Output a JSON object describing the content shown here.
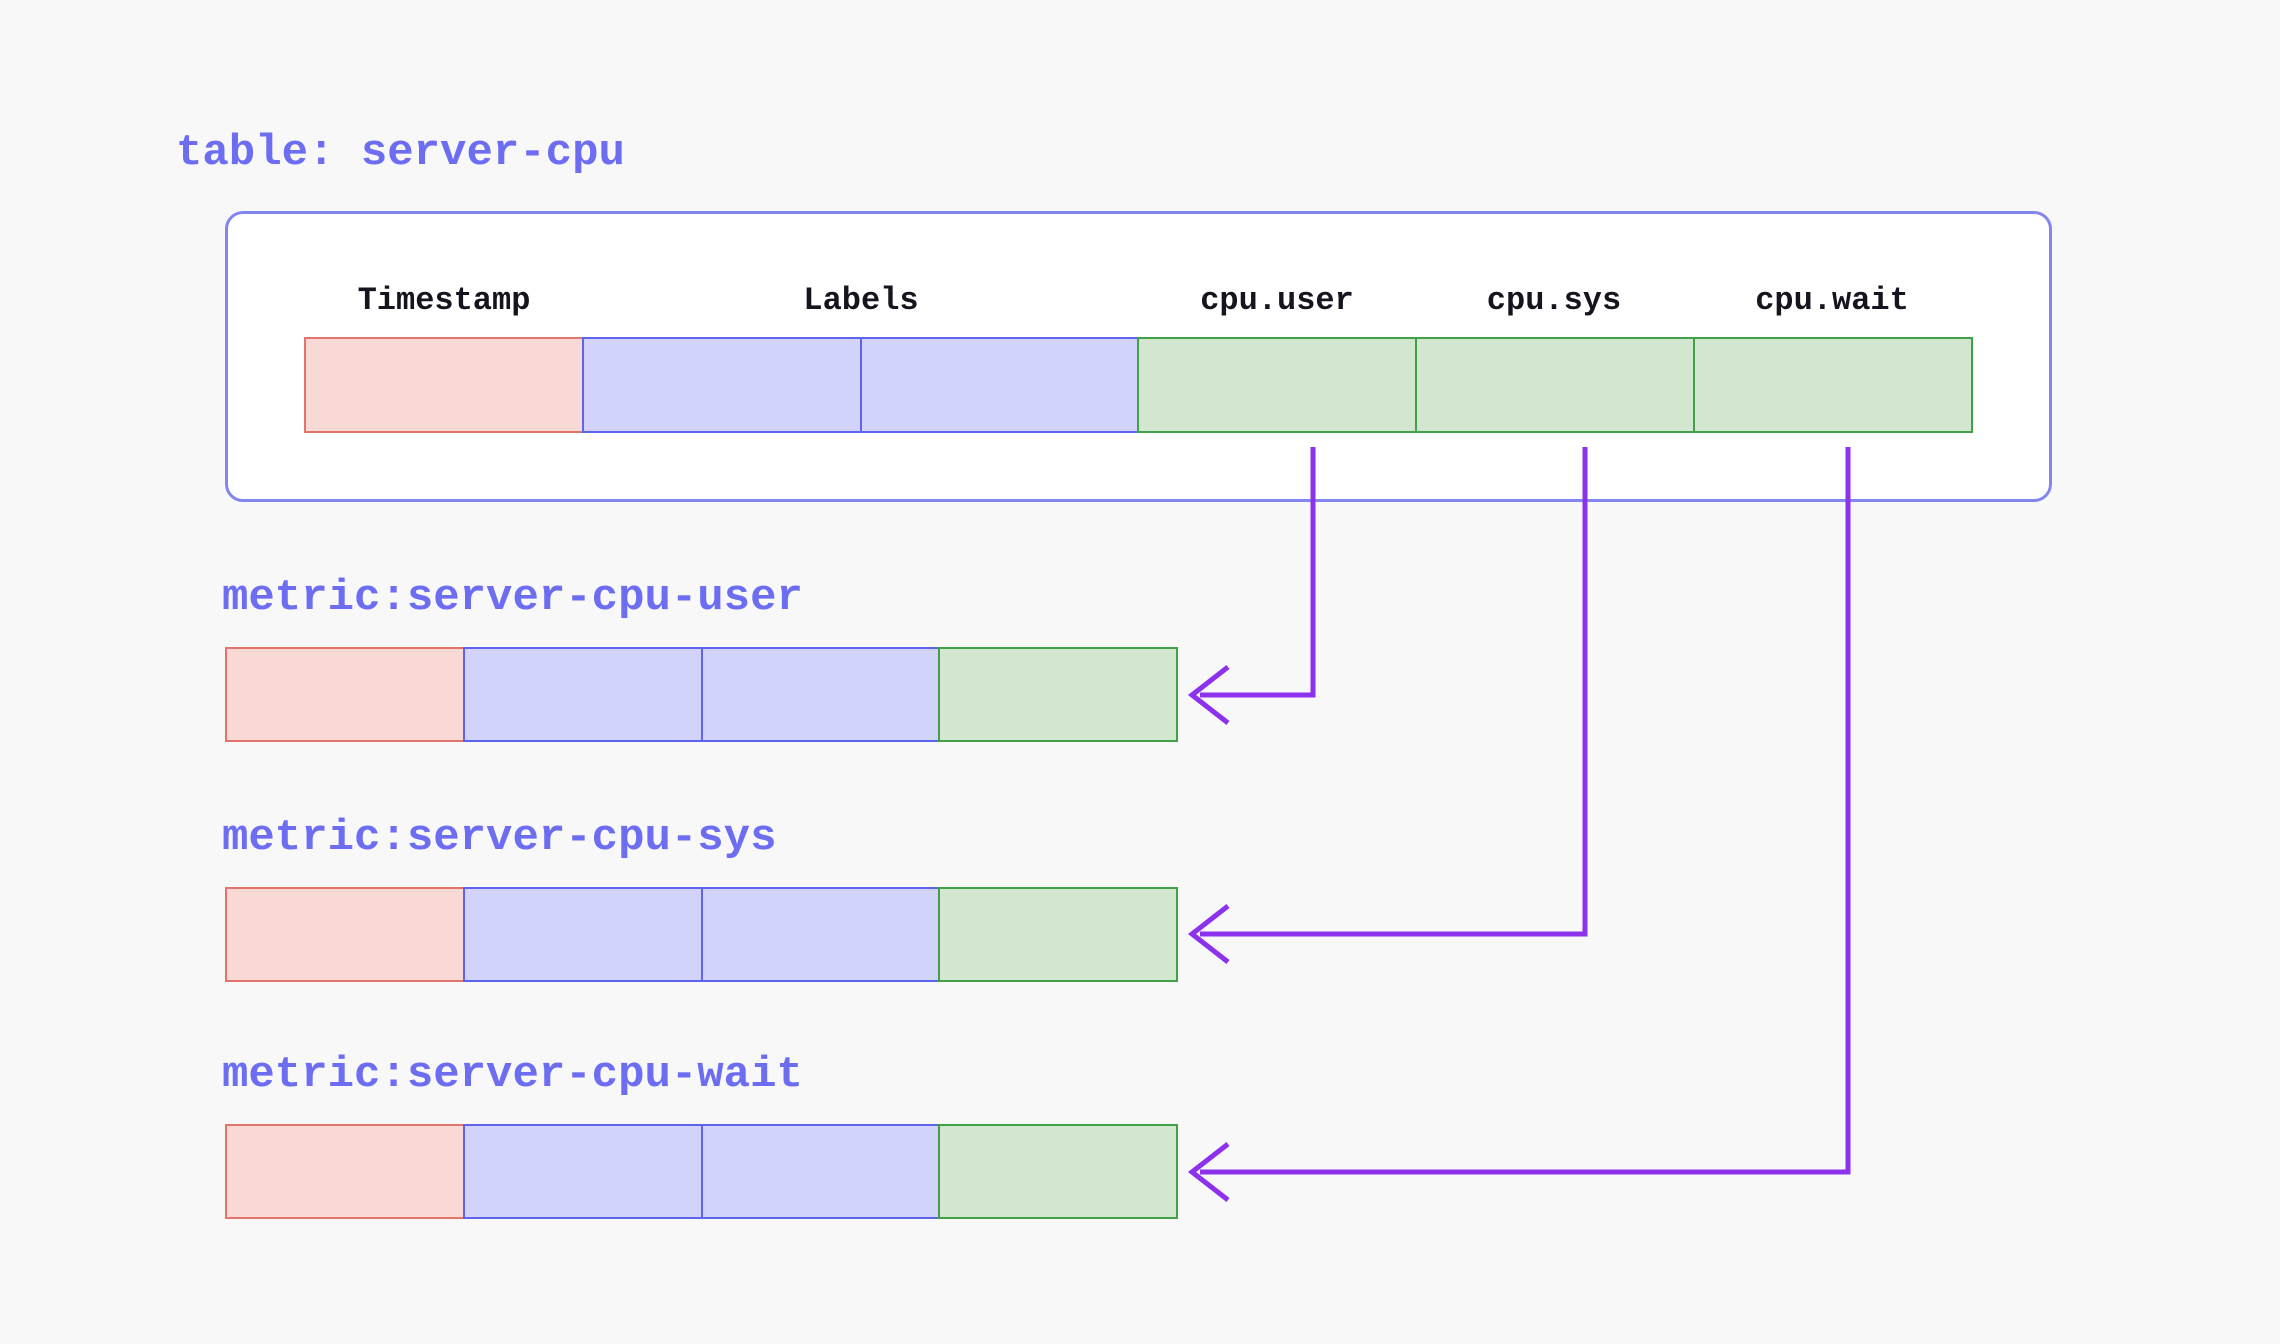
{
  "diagram": {
    "title": "table: server-cpu",
    "table": {
      "columns": [
        "Timestamp",
        "Labels",
        "cpu.user",
        "cpu.sys",
        "cpu.wait"
      ],
      "cells": [
        {
          "column": "Timestamp",
          "type": "timestamp"
        },
        {
          "column": "Labels",
          "type": "labels"
        },
        {
          "column": "Labels",
          "type": "labels"
        },
        {
          "column": "cpu.user",
          "type": "value"
        },
        {
          "column": "cpu.sys",
          "type": "value"
        },
        {
          "column": "cpu.wait",
          "type": "value"
        }
      ]
    },
    "metrics": [
      {
        "title": "metric:server-cpu-user",
        "source_column": "cpu.user",
        "cells": [
          "timestamp",
          "labels",
          "labels",
          "value"
        ]
      },
      {
        "title": "metric:server-cpu-sys",
        "source_column": "cpu.sys",
        "cells": [
          "timestamp",
          "labels",
          "labels",
          "value"
        ]
      },
      {
        "title": "metric:server-cpu-wait",
        "source_column": "cpu.wait",
        "cells": [
          "timestamp",
          "labels",
          "labels",
          "value"
        ]
      }
    ]
  },
  "colors": {
    "background": "#f8f8f9",
    "accent_text": "#6d6df1",
    "box_border": "#8486f0",
    "box_fill": "#ffffff",
    "timestamp_fill": "#f8d9d5",
    "timestamp_border": "#e3746b",
    "labels_fill": "#d1d3fb",
    "labels_border": "#5f64ea",
    "value_fill": "#d2e6d0",
    "value_border": "#42a146",
    "arrow": "#8c32ec",
    "header_text": "#15151f"
  }
}
